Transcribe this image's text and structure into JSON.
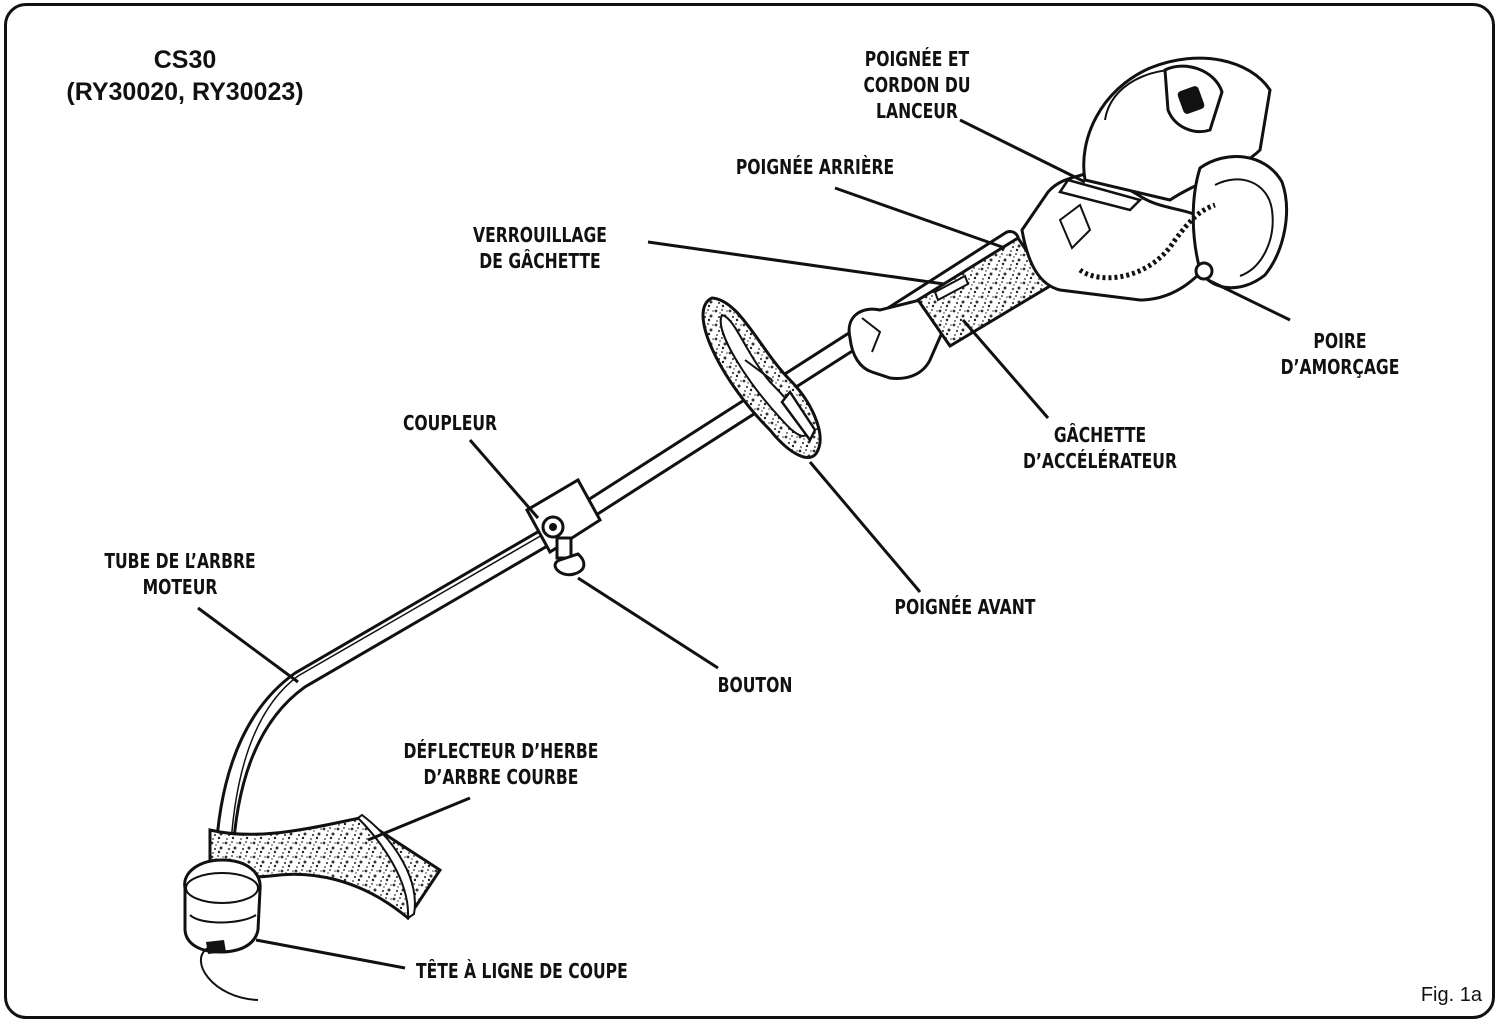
{
  "title": {
    "model": "CS30",
    "variants": "(RY30020, RY30023)"
  },
  "labels": {
    "starter_grip": [
      "POIGNÉE ET",
      "CORDON DU",
      "LANCEUR"
    ],
    "rear_handle": [
      "POIGNÉE ARRIÈRE"
    ],
    "trigger_lock": [
      "VERROUILLAGE",
      "DE GÂCHETTE"
    ],
    "primer_bulb": [
      "POIRE",
      "D’AMORÇAGE"
    ],
    "throttle_trigger": [
      "GÂCHETTE",
      "D’ACCÉLÉRATEUR"
    ],
    "coupler": [
      "COUPLEUR"
    ],
    "drive_shaft_tube": [
      "TUBE DE L’ARBRE",
      "MOTEUR"
    ],
    "front_handle": [
      "POIGNÉE AVANT"
    ],
    "knob": [
      "BOUTON"
    ],
    "grass_deflector": [
      "DÉFLECTEUR D’HERBE",
      "D’ARBRE COURBE"
    ],
    "cutting_head": [
      "TÊTE À LIGNE DE COUPE"
    ]
  },
  "figure_label": "Fig. 1a",
  "colors": {
    "ink": "#111111",
    "speckle": "#9a9a9a",
    "background": "#ffffff"
  }
}
